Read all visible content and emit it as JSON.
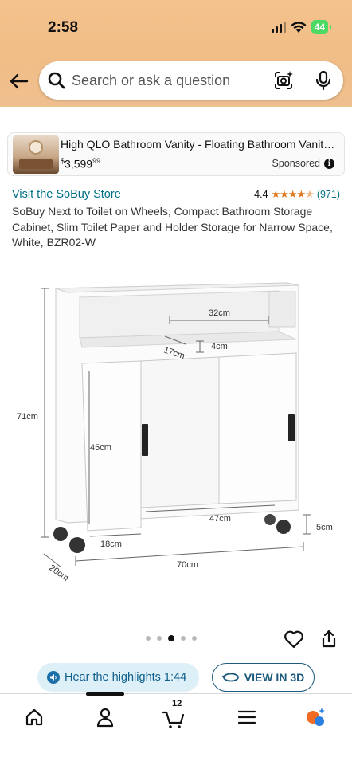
{
  "status_bar": {
    "time": "2:58",
    "battery": "44"
  },
  "search": {
    "placeholder": "Search or ask a question"
  },
  "ad": {
    "title": "High QLO Bathroom Vanity - Floating Bathroom Vanity...",
    "price_symbol": "$",
    "price_whole": "3,599",
    "price_fraction": "99",
    "sponsored_label": "Sponsored"
  },
  "product": {
    "store_link": "Visit the SoBuy Store",
    "rating_value": "4.4",
    "rating_stars": 4.4,
    "rating_count": "(971)",
    "title": "SoBuy Next to Toilet on Wheels, Compact Bathroom Storage Cabinet, Slim Toilet Paper and Holder Storage for Narrow Space, White, BZR02-W"
  },
  "dimensions": {
    "height": "71cm",
    "shelf_width": "32cm",
    "shelf_gap": "4cm",
    "shelf_depth": "17cm",
    "door_height": "45cm",
    "slider_width": "47cm",
    "wheel_height": "5cm",
    "door_width": "18cm",
    "depth": "20cm",
    "width": "70cm"
  },
  "carousel": {
    "total": 5,
    "active_index": 3
  },
  "actions": {
    "hear_highlights": "Hear the highlights 1:44",
    "view_3d": "VIEW IN 3D"
  },
  "nav": {
    "cart_count": "12"
  },
  "colors": {
    "header": "#f4c28c",
    "link": "#007185",
    "star": "#de7921",
    "accent": "#1b5a7d"
  }
}
